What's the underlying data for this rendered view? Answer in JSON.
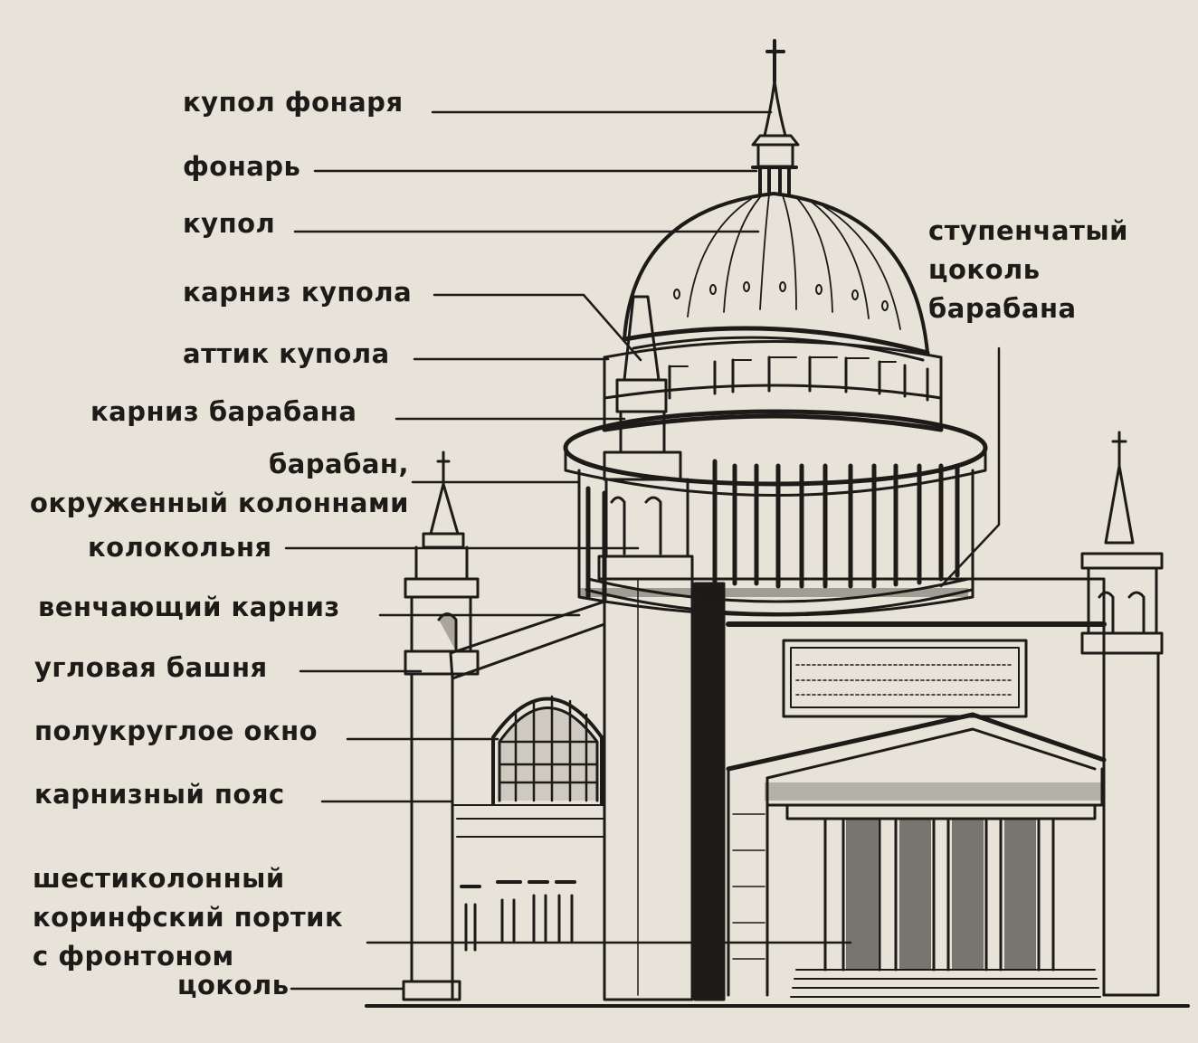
{
  "labels": {
    "lantern_dome": "купол фонаря",
    "lantern": "фонарь",
    "dome": "купол",
    "dome_cornice": "карниз купола",
    "dome_attic": "аттик купола",
    "drum_cornice": "карниз барабана",
    "drum_colonnade": "барабан,\nокруженный колоннами",
    "bell_tower": "колокольня",
    "crowning_cornice": "венчающий карниз",
    "corner_tower": "угловая башня",
    "semicircular_window": "полукруглое окно",
    "cornice_belt": "карнизный пояс",
    "portico": "шестиколонный\nкоринфский портик\nс фронтоном",
    "plinth": "цоколь",
    "stepped_drum_base": "ступенчатый\nцоколь\nбарабана"
  },
  "colors": {
    "paper": "#e7e3d8",
    "ink": "#1d1b18"
  }
}
